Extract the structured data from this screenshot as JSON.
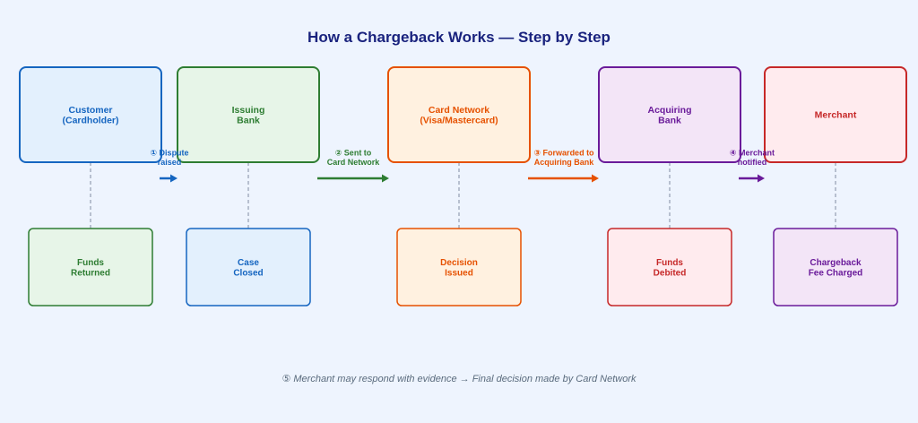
{
  "title": "How a Chargeback Works — Step by Step",
  "entities": [
    {
      "label_lines": [
        "Customer",
        "(Cardholder)"
      ],
      "color": "#1565c0",
      "fill": "#e3f0fd"
    },
    {
      "label_lines": [
        "Issuing",
        "Bank"
      ],
      "color": "#2e7d32",
      "fill": "#e7f5e8"
    },
    {
      "label_lines": [
        "Card Network",
        "(Visa/Mastercard)"
      ],
      "color": "#e65100",
      "fill": "#fff1e0"
    },
    {
      "label_lines": [
        "Acquiring",
        "Bank"
      ],
      "color": "#6a1b9a",
      "fill": "#f3e5f7"
    },
    {
      "label_lines": [
        "Merchant"
      ],
      "color": "#c62828",
      "fill": "#ffebee"
    }
  ],
  "outcomes": [
    {
      "label_lines": [
        "Funds",
        "Returned"
      ],
      "color": "#2e7d32",
      "fill": "#e7f5e8"
    },
    {
      "label_lines": [
        "Case",
        "Closed"
      ],
      "color": "#1565c0",
      "fill": "#e3f0fd"
    },
    {
      "label_lines": [
        "Decision",
        "Issued"
      ],
      "color": "#e65100",
      "fill": "#fff1e0"
    },
    {
      "label_lines": [
        "Funds",
        "Debited"
      ],
      "color": "#c62828",
      "fill": "#ffebee"
    },
    {
      "label_lines": [
        "Chargeback",
        "Fee Charged"
      ],
      "color": "#6a1b9a",
      "fill": "#f3e5f7"
    }
  ],
  "steps": [
    {
      "label_lines": [
        "① Dispute",
        "raised"
      ],
      "color": "#1565c0"
    },
    {
      "label_lines": [
        "② Sent to",
        "Card Network"
      ],
      "color": "#2e7d32"
    },
    {
      "label_lines": [
        "③ Forwarded to",
        "Acquiring Bank"
      ],
      "color": "#e65100"
    },
    {
      "label_lines": [
        "④ Merchant",
        "notified"
      ],
      "color": "#6a1b9a"
    }
  ],
  "footnote": "⑤ Merchant may respond with evidence  →  Final decision made by Card Network"
}
